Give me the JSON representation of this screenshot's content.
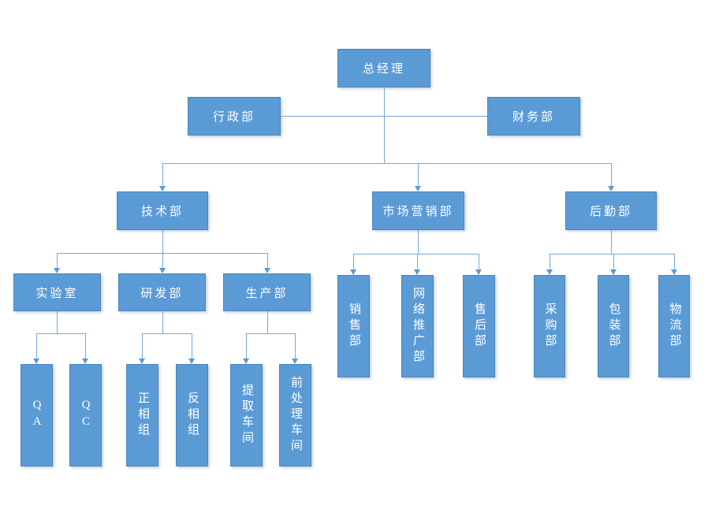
{
  "diagram": {
    "type": "org-chart",
    "title": ""
  },
  "nodes": {
    "ceo": {
      "label": "总经理"
    },
    "admin": {
      "label": "行政部"
    },
    "finance": {
      "label": "财务部"
    },
    "tech": {
      "label": "技术部"
    },
    "marketing": {
      "label": "市场营销部"
    },
    "logistics": {
      "label": "后勤部"
    },
    "lab": {
      "label": "实验室"
    },
    "rnd": {
      "label": "研发部"
    },
    "production": {
      "label": "生产部"
    },
    "qa": {
      "label": "QA"
    },
    "qc": {
      "label": "QC"
    },
    "normal_phase": {
      "label": "正相组"
    },
    "reverse_phase": {
      "label": "反相组"
    },
    "extraction": {
      "label": "提取车间"
    },
    "pretreatment": {
      "label": "前处理车间"
    },
    "sales": {
      "label": "销售部"
    },
    "online_promo": {
      "label": "网络推广部"
    },
    "after_sales": {
      "label": "售后部"
    },
    "purchasing": {
      "label": "采购部"
    },
    "packaging": {
      "label": "包装部"
    },
    "shipping": {
      "label": "物流部"
    }
  },
  "structure": {
    "ceo_side_nodes": [
      "admin",
      "finance"
    ],
    "ceo": [
      "tech",
      "marketing",
      "logistics"
    ],
    "tech": [
      "lab",
      "rnd",
      "production"
    ],
    "lab": [
      "qa",
      "qc"
    ],
    "rnd": [
      "normal_phase",
      "reverse_phase"
    ],
    "production": [
      "extraction",
      "pretreatment"
    ],
    "marketing": [
      "sales",
      "online_promo",
      "after_sales"
    ],
    "logistics": [
      "purchasing",
      "packaging",
      "shipping"
    ]
  },
  "colors": {
    "node_fill": "#5b9bd5",
    "node_border": "#4a84c0",
    "connector": "#7aa7dc",
    "arrow": "#5b9bd5",
    "text": "#ffffff",
    "background": "#ffffff"
  }
}
